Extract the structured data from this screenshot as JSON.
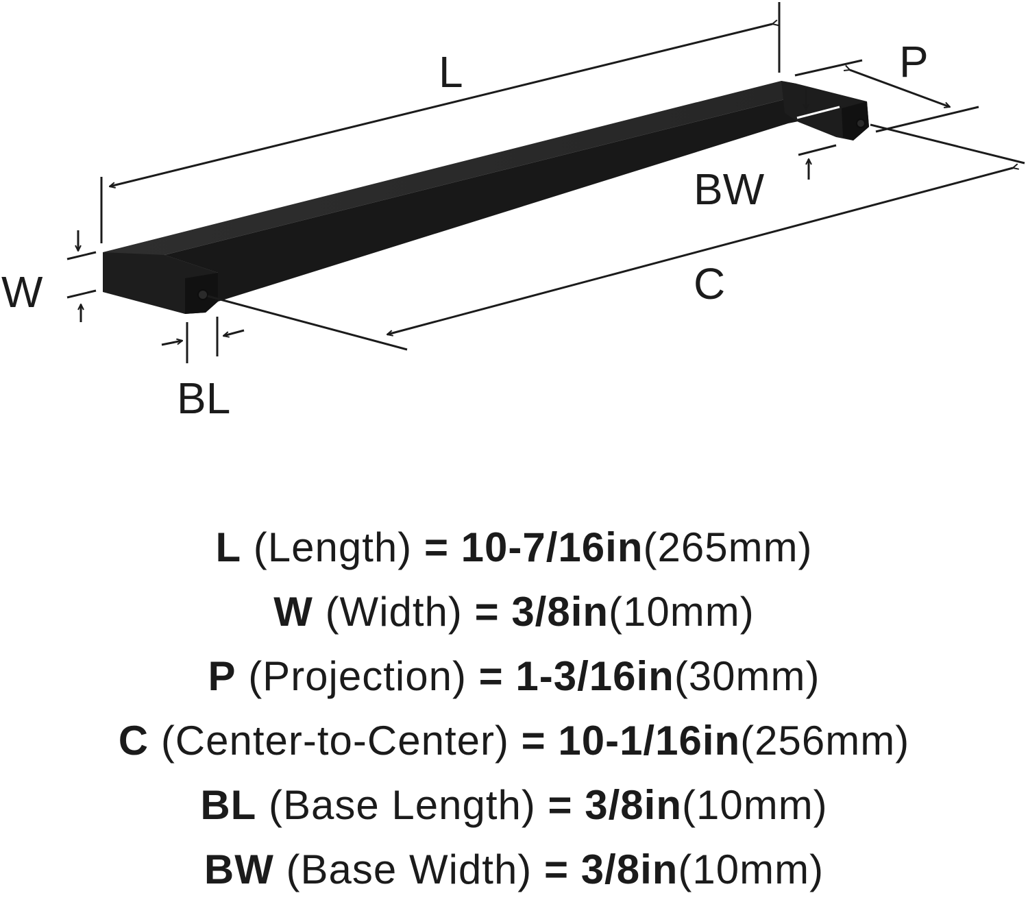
{
  "diagram": {
    "labels": {
      "L": "L",
      "P": "P",
      "BW": "BW",
      "W": "W",
      "C": "C",
      "BL": "BL"
    },
    "handle_color": "#1a1a1a",
    "line_color": "#1b1b1b"
  },
  "specs": [
    {
      "code": "L",
      "name": "(Length)",
      "eq": "=",
      "inch": "10-7/16in",
      "mm": "(265mm)"
    },
    {
      "code": "W",
      "name": "(Width)",
      "eq": "=",
      "inch": "3/8in",
      "mm": "(10mm)"
    },
    {
      "code": "P",
      "name": "(Projection)",
      "eq": "=",
      "inch": "1-3/16in",
      "mm": "(30mm)"
    },
    {
      "code": "C",
      "name": "(Center-to-Center)",
      "eq": "=",
      "inch": "10-1/16in",
      "mm": "(256mm)"
    },
    {
      "code": "BL",
      "name": "(Base Length)",
      "eq": "=",
      "inch": "3/8in",
      "mm": "(10mm)"
    },
    {
      "code": "BW",
      "name": "(Base Width)",
      "eq": "=",
      "inch": "3/8in",
      "mm": "(10mm)"
    }
  ]
}
